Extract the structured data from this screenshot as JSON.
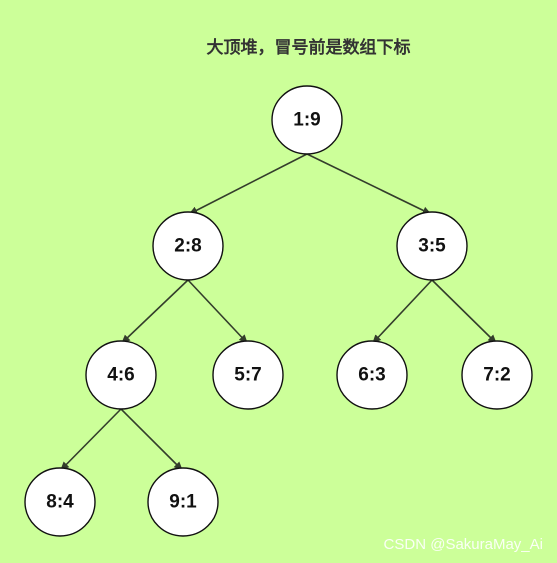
{
  "title": "大顶堆，冒号前是数组下标",
  "watermark": "CSDN @SakuraMay_Ai",
  "colors": {
    "background": "#ccff99",
    "node_fill": "#ffffff",
    "node_stroke": "#111111",
    "edge": "#333d2b"
  },
  "tree": {
    "nodes": [
      {
        "id": "1",
        "label": "1:9"
      },
      {
        "id": "2",
        "label": "2:8"
      },
      {
        "id": "3",
        "label": "3:5"
      },
      {
        "id": "4",
        "label": "4:6"
      },
      {
        "id": "5",
        "label": "5:7"
      },
      {
        "id": "6",
        "label": "6:3"
      },
      {
        "id": "7",
        "label": "7:2"
      },
      {
        "id": "8",
        "label": "8:4"
      },
      {
        "id": "9",
        "label": "9:1"
      }
    ],
    "edges": [
      {
        "from": "1",
        "to": "2"
      },
      {
        "from": "1",
        "to": "3"
      },
      {
        "from": "2",
        "to": "4"
      },
      {
        "from": "2",
        "to": "5"
      },
      {
        "from": "3",
        "to": "6"
      },
      {
        "from": "3",
        "to": "7"
      },
      {
        "from": "4",
        "to": "8"
      },
      {
        "from": "4",
        "to": "9"
      }
    ]
  }
}
